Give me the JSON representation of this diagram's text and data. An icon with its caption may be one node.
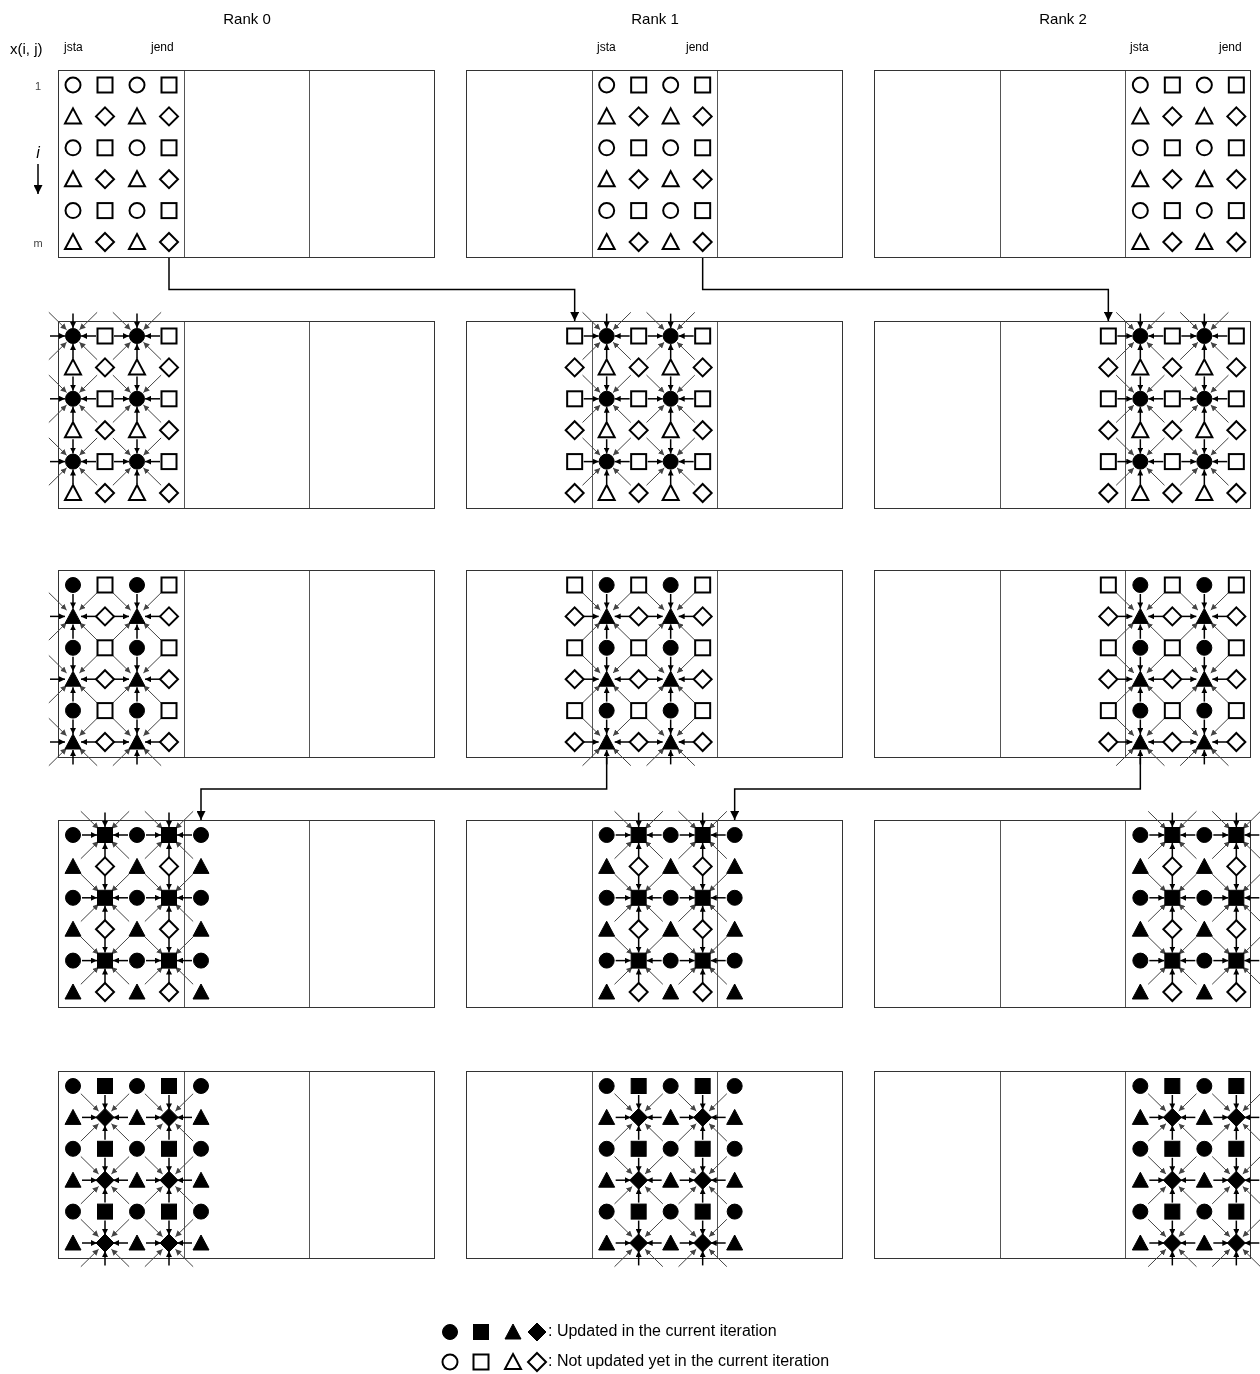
{
  "diagram": {
    "nodes": [
      {
        "text": [],
        "shape": "box"
      },
      {
        "text": [],
        "shape": "box"
      },
      {
        "text": [],
        "shape": "box"
      },
      {
        "text": [],
        "shape": "box"
      },
      {
        "text": [],
        "shape": "box"
      },
      {
        "text": [],
        "shape": "box"
      },
      {
        "text": [],
        "shape": "box"
      },
      {
        "text": [],
        "shape": "box"
      },
      {
        "text": [],
        "shape": "box"
      },
      {
        "text": [],
        "shape": "box"
      },
      {
        "text": [],
        "shape": "box"
      },
      {
        "text": [],
        "shape": "box"
      },
      {
        "text": [],
        "shape": "box"
      },
      {
        "text": [],
        "shape": "box"
      },
      {
        "text": [],
        "shape": "box"
      }
    ],
    "edges": [
      {
        "from": 0,
        "to": 4,
        "arrow": "to"
      },
      {
        "from": 1,
        "to": 5,
        "arrow": "to"
      },
      {
        "from": 7,
        "to": 9,
        "arrow": "to"
      },
      {
        "from": 8,
        "to": 10,
        "arrow": "to"
      }
    ],
    "labels": [
      "Rank 0",
      "Rank 1",
      "Rank 2",
      "x(i, j)",
      "jsta",
      "jend",
      "jsta",
      "jend",
      "jsta",
      "jend",
      "1",
      "i",
      "m"
    ],
    "legend": [
      {
        "text": ": Updated in the current iteration"
      },
      {
        "text": ": Not updated yet in the current iteration"
      }
    ]
  }
}
